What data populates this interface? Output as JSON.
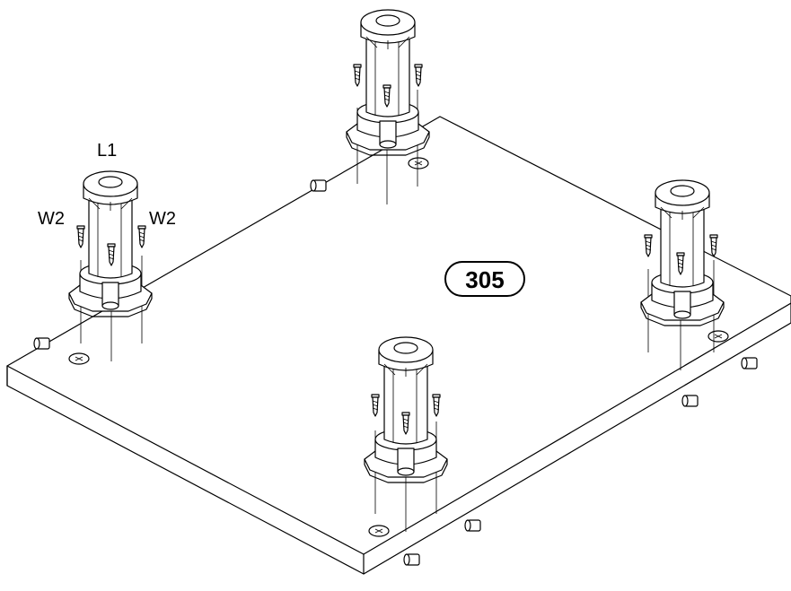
{
  "labels": {
    "part_l1": "L1",
    "part_w2_left": "W2",
    "part_w2_right": "W2",
    "step_number": "305"
  },
  "colors": {
    "line": "#000000",
    "background": "#ffffff"
  },
  "icons": {
    "hole_marker": "x-hole-marker-icon",
    "cam_lock": "cam-lock-icon",
    "screw": "screw-icon",
    "leg": "furniture-leg-icon"
  }
}
